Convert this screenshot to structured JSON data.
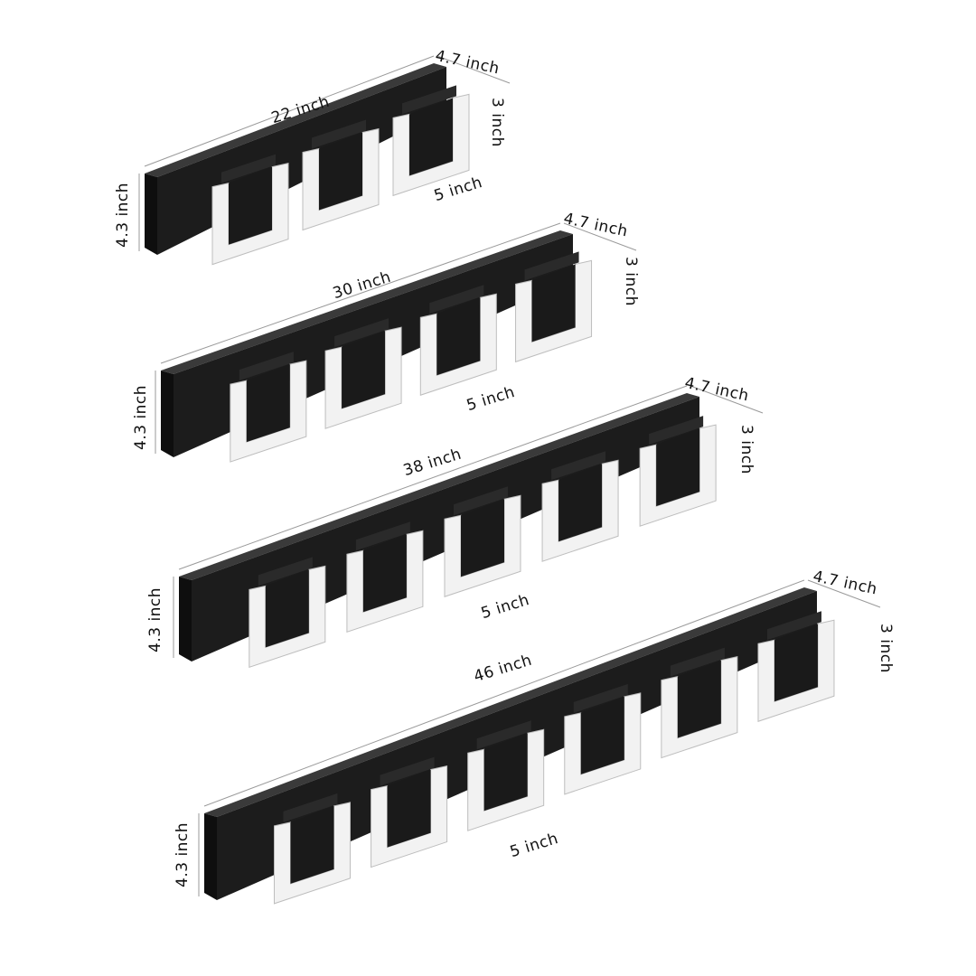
{
  "colors": {
    "rack": "#1c1c1c",
    "rack_top": "#3a3a3a",
    "hook_frame": "#f2f2f2",
    "hook_frame_edge": "#bdbdbd",
    "dim_line": "#9a9a9a",
    "text": "#111111"
  },
  "racks": [
    {
      "name": "rack-22",
      "hooks": 3,
      "length": "22 inch",
      "depth": "4.7 inch",
      "height": "4.3 inch",
      "hook_height": "3 inch",
      "hook_spacing": "5 inch"
    },
    {
      "name": "rack-30",
      "hooks": 4,
      "length": "30 inch",
      "depth": "4.7 inch",
      "height": "4.3 inch",
      "hook_height": "3 inch",
      "hook_spacing": "5 inch"
    },
    {
      "name": "rack-38",
      "hooks": 5,
      "length": "38 inch",
      "depth": "4.7 inch",
      "height": "4.3 inch",
      "hook_height": "3 inch",
      "hook_spacing": "5 inch"
    },
    {
      "name": "rack-46",
      "hooks": 6,
      "length": "46 inch",
      "depth": "4.7 inch",
      "height": "4.3 inch",
      "hook_height": "3 inch",
      "hook_spacing": "5 inch"
    }
  ]
}
